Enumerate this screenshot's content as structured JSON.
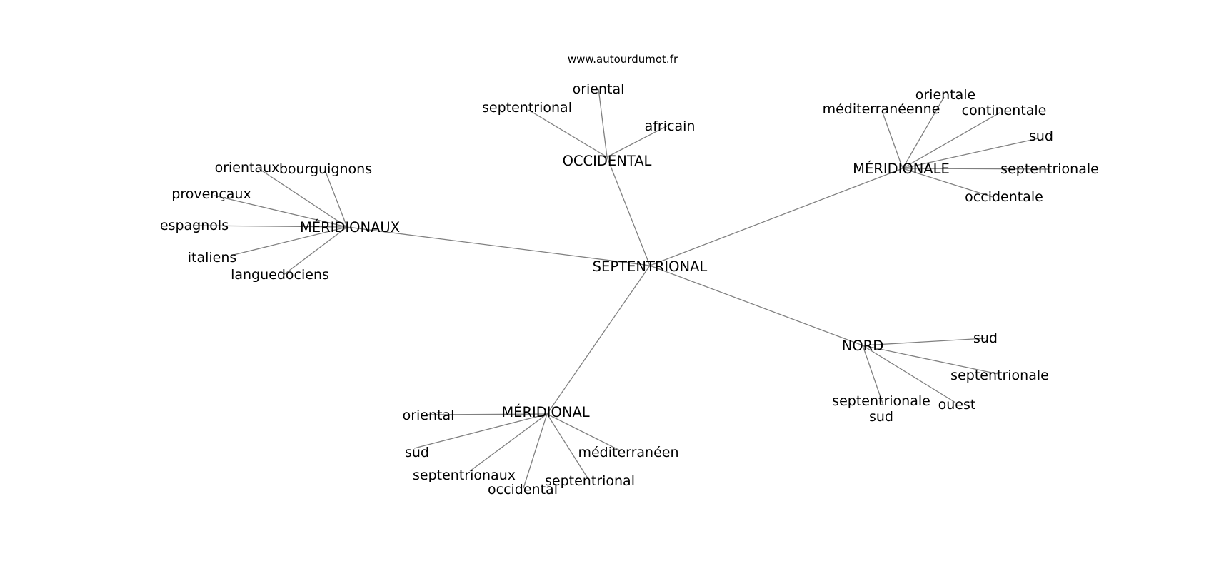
{
  "watermark": "www.autourdumot.fr",
  "graph": {
    "center": {
      "id": "c",
      "label": "SEPTENTRIONAL"
    },
    "hubs": [
      {
        "id": "occ",
        "label": "OCCIDENTAL",
        "leaves": [
          "oriental",
          "septentrional",
          "africain"
        ]
      },
      {
        "id": "merx",
        "label": "MÉRIDIONAUX",
        "leaves": [
          "orientaux",
          "bourguignons",
          "provençaux",
          "espagnols",
          "italiens",
          "languedociens"
        ]
      },
      {
        "id": "merale",
        "label": "MÉRIDIONALE",
        "leaves": [
          "orientale",
          "méditerranéenne",
          "continentale",
          "sud",
          "septentrionale",
          "occidentale"
        ]
      },
      {
        "id": "nord",
        "label": "NORD",
        "leaves": [
          "sud",
          "septentrionale",
          "ouest",
          "septentrionale\nsud"
        ]
      },
      {
        "id": "meral",
        "label": "MÉRIDIONAL",
        "leaves": [
          "oriental",
          "sud",
          "septentrionaux",
          "occidental",
          "septentrional",
          "méditerranéen"
        ]
      }
    ]
  }
}
